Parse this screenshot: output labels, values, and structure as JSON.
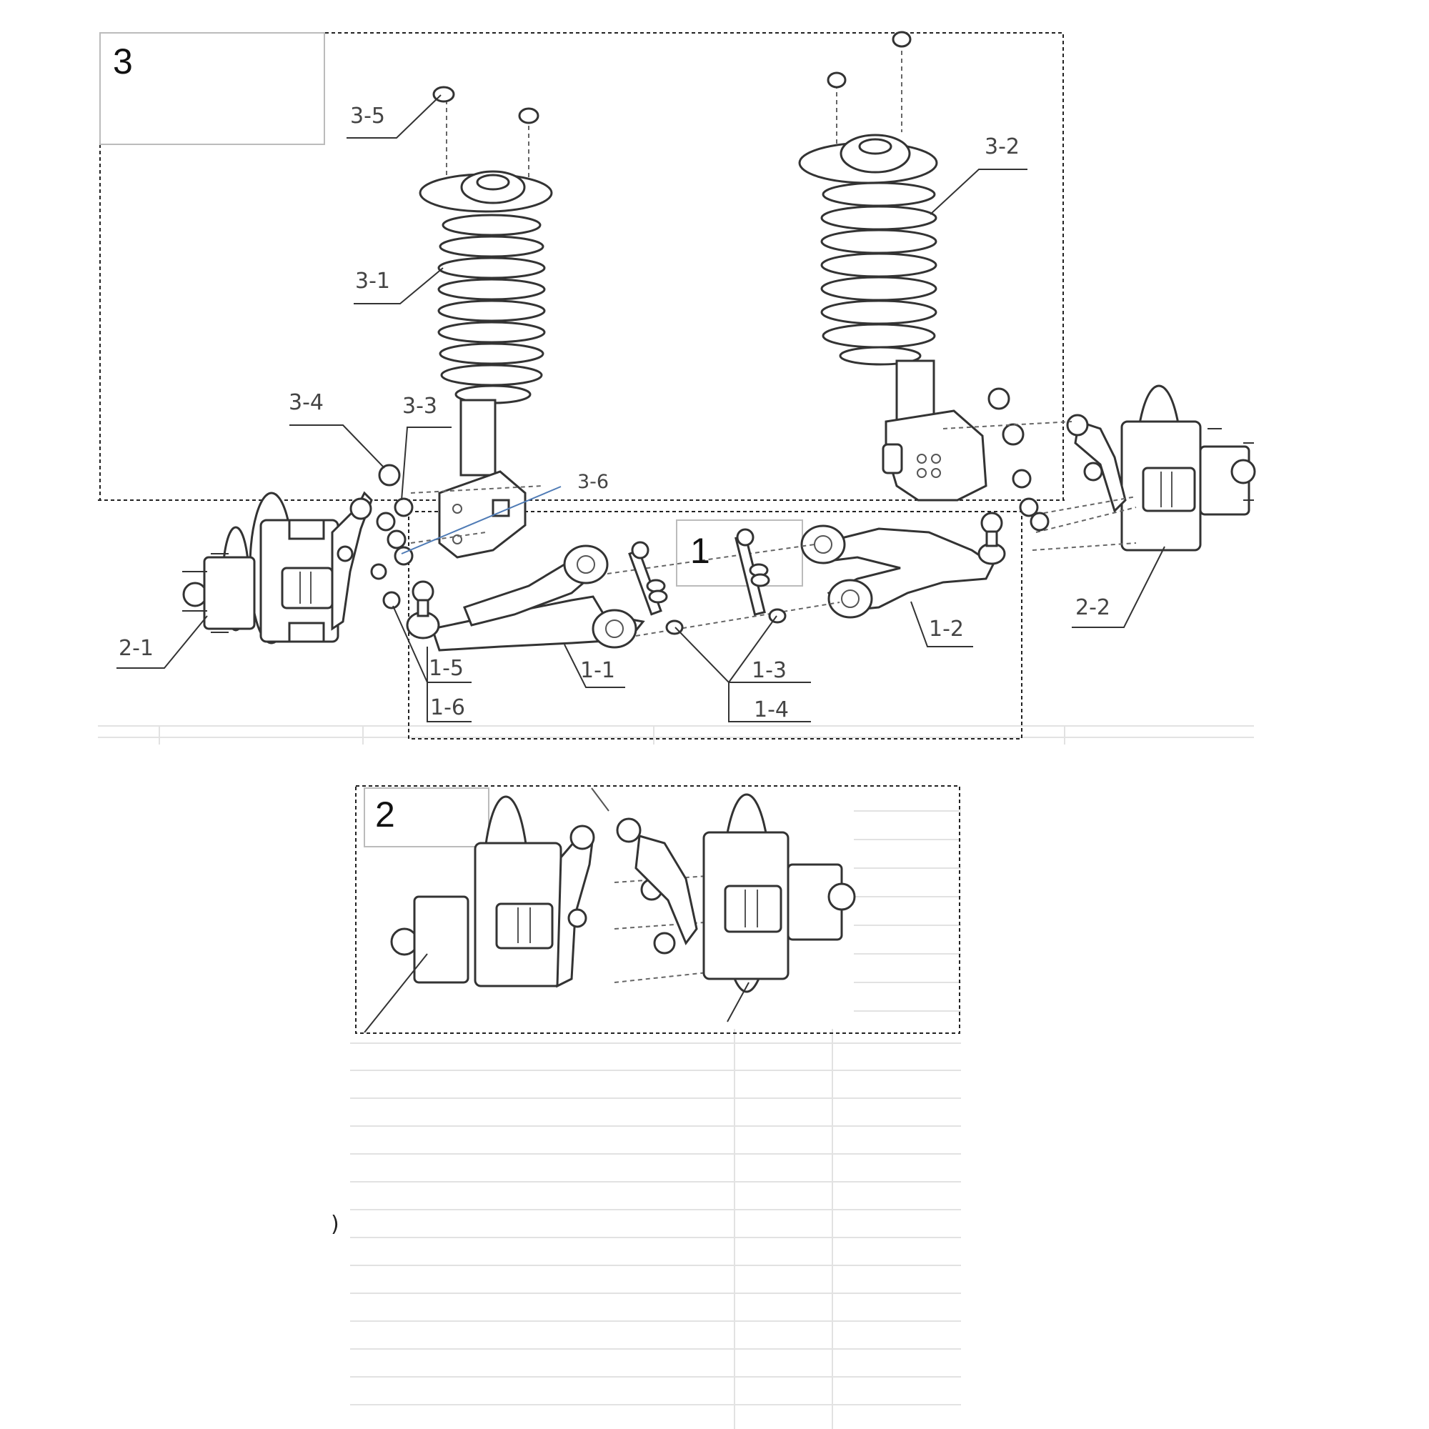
{
  "groups": {
    "g1": "1",
    "g2": "2",
    "g3": "3"
  },
  "labels": {
    "l_1_1": "1-1",
    "l_1_2": "1-2",
    "l_1_3": "1-3",
    "l_1_4": "1-4",
    "l_1_5": "1-5",
    "l_1_6": "1-6",
    "l_2_1": "2-1",
    "l_2_2": "2-2",
    "l_3_1": "3-1",
    "l_3_2": "3-2",
    "l_3_3": "3-3",
    "l_3_4": "3-4",
    "l_3_5": "3-5",
    "l_3_6": "3-6"
  },
  "colors": {
    "leader_accent": "#4f7bb5",
    "line": "#333333",
    "grid": "#e2e2e2"
  }
}
